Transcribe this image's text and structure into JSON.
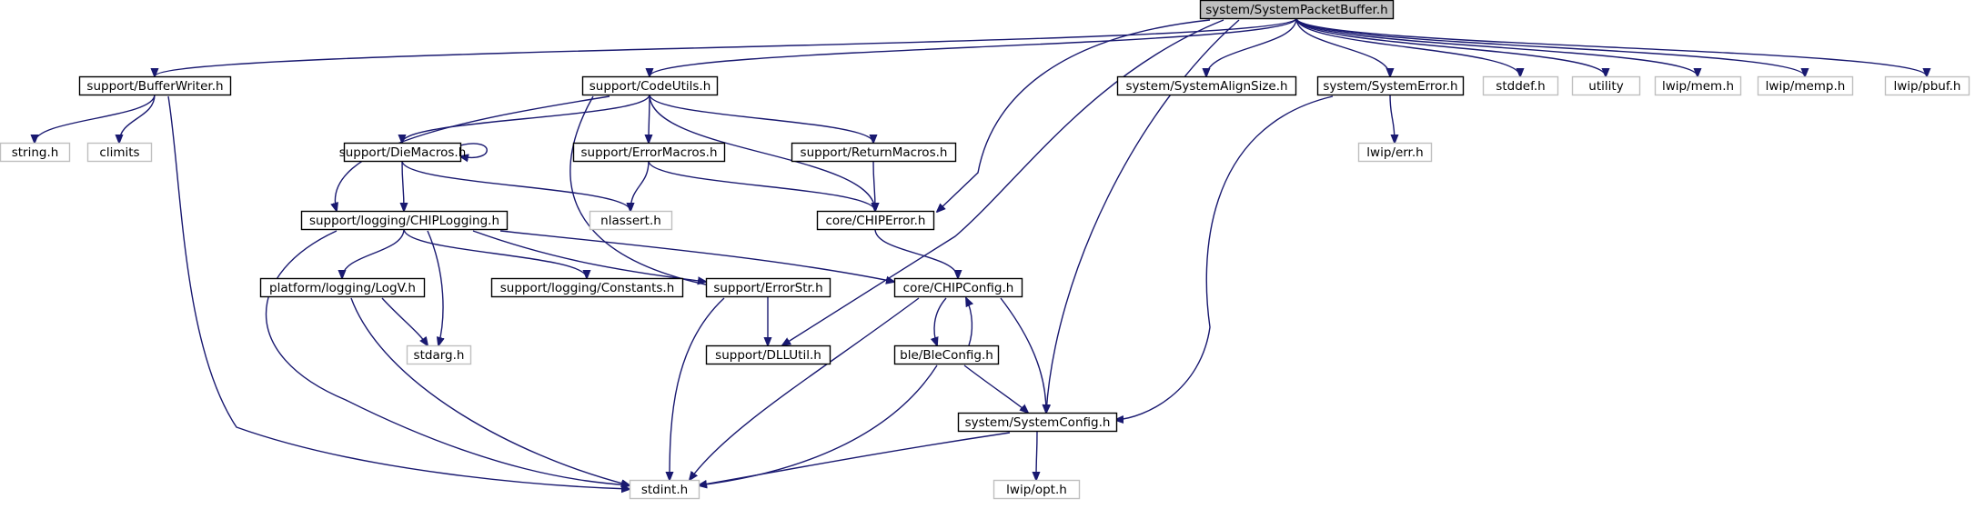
{
  "nodes": {
    "root": "system/SystemPacketBuffer.h",
    "bufferwriter": "support/BufferWriter.h",
    "codeutils": "support/CodeUtils.h",
    "alignsize": "system/SystemAlignSize.h",
    "syserror": "system/SystemError.h",
    "stddef": "stddef.h",
    "utility": "utility",
    "lwipmem": "lwip/mem.h",
    "lwipmemp": "lwip/memp.h",
    "lwippbuf": "lwip/pbuf.h",
    "string": "string.h",
    "climits": "climits",
    "diemacros": "support/DieMacros.h",
    "errormacros": "support/ErrorMacros.h",
    "returnmacros": "support/ReturnMacros.h",
    "lwiperr": "lwip/err.h",
    "chiplogging": "support/logging/CHIPLogging.h",
    "nlassert": "nlassert.h",
    "chiperror": "core/CHIPError.h",
    "logv": "platform/logging/LogV.h",
    "constants": "support/logging/Constants.h",
    "errorstr": "support/ErrorStr.h",
    "chipconfig": "core/CHIPConfig.h",
    "stdarg": "stdarg.h",
    "dllutil": "support/DLLUtil.h",
    "bleconfig": "ble/BleConfig.h",
    "sysconfig": "system/SystemConfig.h",
    "stdint": "stdint.h",
    "lwipopt": "lwip/opt.h"
  },
  "edges": [
    [
      "root",
      "bufferwriter"
    ],
    [
      "root",
      "codeutils"
    ],
    [
      "root",
      "alignsize"
    ],
    [
      "root",
      "syserror"
    ],
    [
      "root",
      "stddef"
    ],
    [
      "root",
      "utility"
    ],
    [
      "root",
      "lwipmem"
    ],
    [
      "root",
      "lwipmemp"
    ],
    [
      "root",
      "lwippbuf"
    ],
    [
      "root",
      "chiperror"
    ],
    [
      "root",
      "dllutil"
    ],
    [
      "root",
      "sysconfig"
    ],
    [
      "bufferwriter",
      "string"
    ],
    [
      "bufferwriter",
      "climits"
    ],
    [
      "bufferwriter",
      "stdint"
    ],
    [
      "codeutils",
      "diemacros"
    ],
    [
      "codeutils",
      "errormacros"
    ],
    [
      "codeutils",
      "returnmacros"
    ],
    [
      "codeutils",
      "chiplogging"
    ],
    [
      "codeutils",
      "chiperror"
    ],
    [
      "codeutils",
      "errorstr"
    ],
    [
      "diemacros",
      "diemacros"
    ],
    [
      "diemacros",
      "chiplogging"
    ],
    [
      "diemacros",
      "nlassert"
    ],
    [
      "errormacros",
      "nlassert"
    ],
    [
      "errormacros",
      "chiperror"
    ],
    [
      "returnmacros",
      "chiperror"
    ],
    [
      "syserror",
      "lwiperr"
    ],
    [
      "syserror",
      "sysconfig"
    ],
    [
      "chiplogging",
      "logv"
    ],
    [
      "chiplogging",
      "constants"
    ],
    [
      "chiplogging",
      "errorstr"
    ],
    [
      "chiplogging",
      "stdarg"
    ],
    [
      "chiplogging",
      "stdint"
    ],
    [
      "chiplogging",
      "chipconfig"
    ],
    [
      "chiperror",
      "chipconfig"
    ],
    [
      "logv",
      "stdarg"
    ],
    [
      "logv",
      "stdint"
    ],
    [
      "errorstr",
      "dllutil"
    ],
    [
      "errorstr",
      "stdint"
    ],
    [
      "chipconfig",
      "bleconfig"
    ],
    [
      "chipconfig",
      "sysconfig"
    ],
    [
      "chipconfig",
      "stdint"
    ],
    [
      "bleconfig",
      "chipconfig"
    ],
    [
      "bleconfig",
      "sysconfig"
    ],
    [
      "bleconfig",
      "stdint"
    ],
    [
      "sysconfig",
      "stdint"
    ],
    [
      "sysconfig",
      "lwipopt"
    ]
  ],
  "colors": {
    "edge": "#191970",
    "root_fill": "#bfbfbf",
    "ext_border": "#bfbfbf",
    "node_border": "#000000"
  }
}
